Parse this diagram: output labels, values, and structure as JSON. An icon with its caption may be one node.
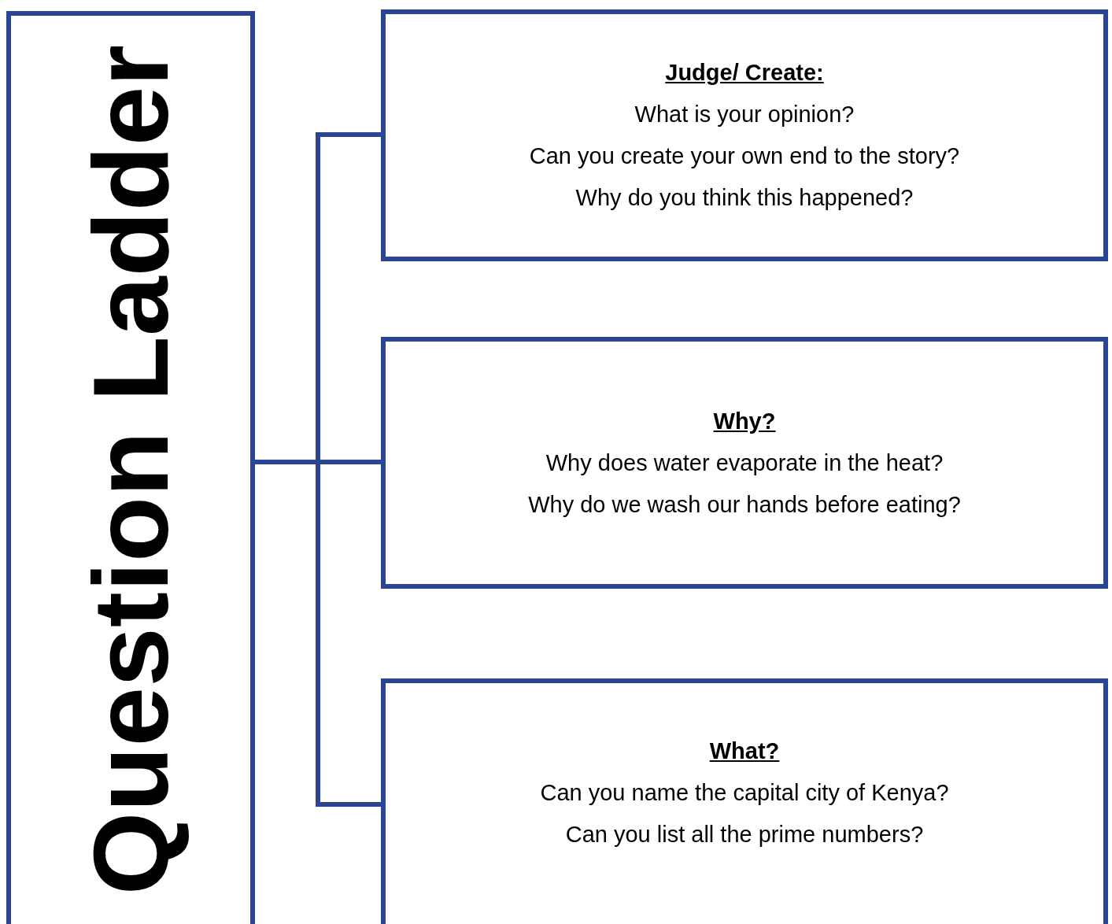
{
  "diagram": {
    "nodes": [
      {
        "text": [
          "Question Ladder"
        ]
      },
      {
        "text": [
          "Judge/ Create:",
          "What is your opinion?",
          "Can you create your own end to the story?",
          "Why do you think this happened?"
        ]
      },
      {
        "text": [
          "Why?",
          "Why does water evaporate in the heat?",
          "Why do we wash our hands before eating?"
        ]
      },
      {
        "text": [
          "What?",
          "Can you name the capital city of Kenya?",
          "Can you list all the prime numbers?"
        ]
      }
    ],
    "edges": [
      {
        "from": 0,
        "to": 1,
        "arrow": "none"
      },
      {
        "from": 0,
        "to": 2,
        "arrow": "none"
      },
      {
        "from": 0,
        "to": 3,
        "arrow": "none"
      }
    ]
  }
}
